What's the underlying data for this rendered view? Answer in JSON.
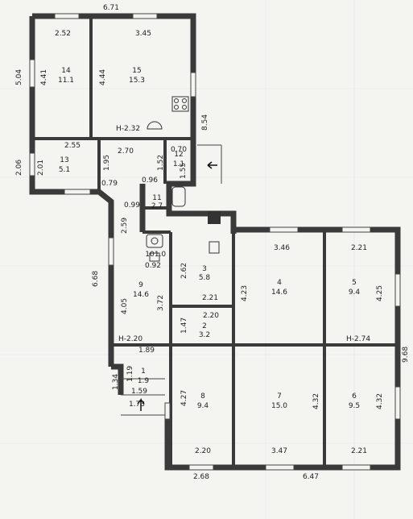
{
  "rooms": [
    {
      "num": "14",
      "area": "11.1"
    },
    {
      "num": "15",
      "area": "15.3"
    },
    {
      "num": "13",
      "area": "5.1"
    },
    {
      "num": "12",
      "area": "1.1"
    },
    {
      "num": "11",
      "area": "2.7"
    },
    {
      "num": "10",
      "area": "1.0"
    },
    {
      "num": "3",
      "area": "5.8"
    },
    {
      "num": "4",
      "area": "14.6"
    },
    {
      "num": "5",
      "area": "9.4"
    },
    {
      "num": "9",
      "area": "14.6"
    },
    {
      "num": "2",
      "area": "3.2"
    },
    {
      "num": "1",
      "area": "1.9"
    },
    {
      "num": "8",
      "area": "9.4"
    },
    {
      "num": "7",
      "area": "15.0"
    },
    {
      "num": "6",
      "area": "9.5"
    }
  ],
  "dims": {
    "top_width": "6.71",
    "r14_width": "2.52",
    "r15_width": "3.45",
    "left_height": "5.04",
    "r14_height": "4.41",
    "r15_height": "4.44",
    "r14_bottom": "2.55",
    "r15_bottom": "2.70",
    "right_upper": "8.54",
    "corr_w1": "0.70",
    "corr_h1": "1.52",
    "corr_h2": "1.55",
    "r13_outer": "2.06",
    "r13_h": "2.01",
    "r13_inner": "1.95",
    "r13_bottom": "0.79",
    "bath_w": "0.96",
    "bath_h": "0.99",
    "lobby_w": "2.59",
    "wc_w": "0.92",
    "left_long": "6.68",
    "r9_h": "4.05",
    "r3_h": "2.62",
    "r3_w": "2.21",
    "r9_r3": "3.72",
    "r2_w": "2.20",
    "r2_h": "1.47",
    "r9_bottom": "1.89",
    "r4_w": "3.46",
    "r4_h": "4.23",
    "r5_w": "2.21",
    "r5_h": "4.25",
    "right_total": "9.68",
    "porch_h": "1.34",
    "r1_h": "1.19",
    "r1_w": "1.59",
    "porch_w": "1.73",
    "r8_h": "4.27",
    "r8_w": "2.20",
    "r7_w": "3.47",
    "r7_h": "4.32",
    "r6_w": "2.21",
    "r6_h": "4.32",
    "bottom_left": "2.68",
    "bottom_right": "6.47",
    "height_a": "Н-2.32",
    "height_b": "Н-2.20",
    "height_c": "Н-2.74"
  }
}
